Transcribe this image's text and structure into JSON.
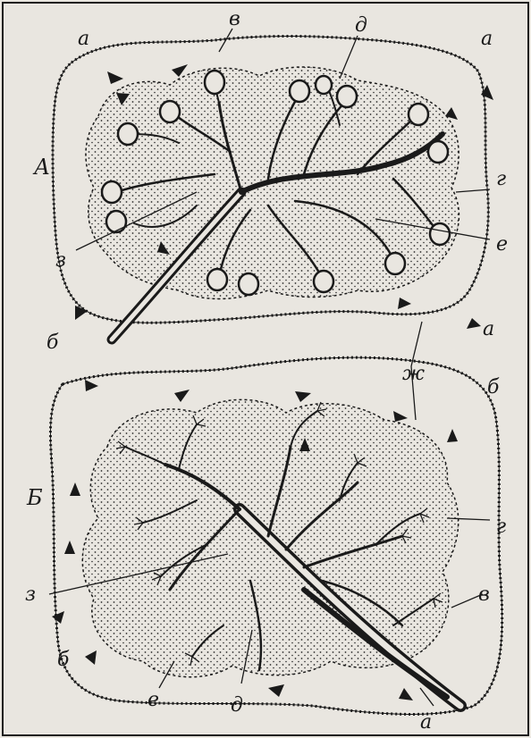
{
  "figure": {
    "panel_top_label": "А",
    "panel_bottom_label": "Б",
    "labels": {
      "a": "а",
      "b": "б",
      "v": "в",
      "g": "г",
      "d": "д",
      "e": "е",
      "zh": "ж",
      "z": "з"
    }
  },
  "colors": {
    "paper": "#e9e6e0",
    "ink": "#1a1a1a",
    "stipple": "#2a2a2a"
  }
}
